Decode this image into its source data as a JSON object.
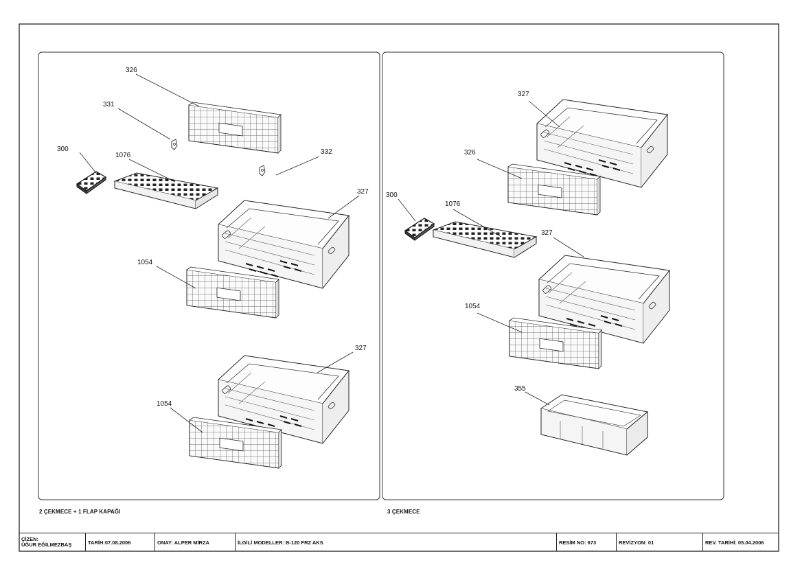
{
  "panels": {
    "left": {
      "caption": "2 ÇEKMECE + 1 FLAP KAPAĞI",
      "labels": {
        "l326": "326",
        "l331": "331",
        "l332": "332",
        "l300": "300",
        "l1076": "1076",
        "l327a": "327",
        "l1054a": "1054",
        "l327b": "327",
        "l1054b": "1054"
      }
    },
    "right": {
      "caption": "3 ÇEKMECE",
      "labels": {
        "l327a": "327",
        "l326": "326",
        "l300": "300",
        "l1076": "1076",
        "l327b": "327",
        "l1054": "1054",
        "l355": "355"
      }
    }
  },
  "title_block": {
    "cizen_label": "ÇİZEN:",
    "cizen_name": "ÜĞUR EĞİLMEZBAŞ",
    "tarih": "TARİH:07.08.2006",
    "onay": "ONAY: ALPER MİRZA",
    "modeller": "İLGİLİ MODELLER: B-120 FRZ AKS",
    "resim_no": "RESİM NO: 673",
    "revizyon": "REVİZYON: 01",
    "rev_tarihi": "REV. TARİHİ: 05.04.2006"
  }
}
